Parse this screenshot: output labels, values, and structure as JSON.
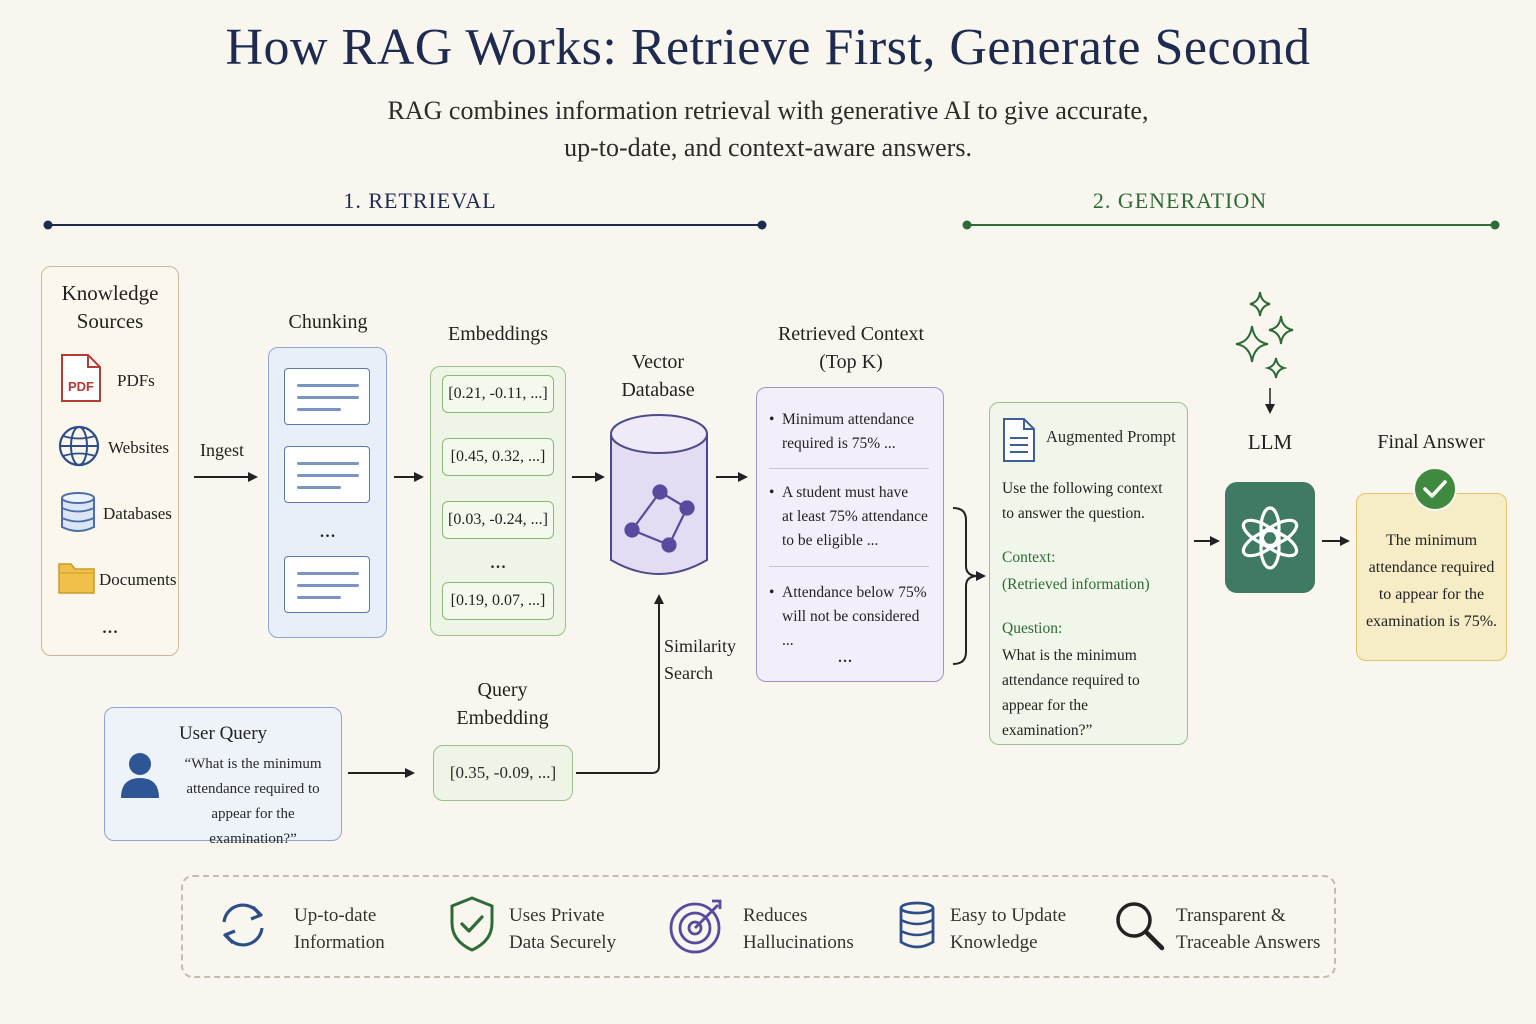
{
  "title": "How RAG Works: Retrieve First, Generate Second",
  "subtitle_line1": "RAG combines information retrieval with generative AI to give accurate,",
  "subtitle_line2": "up-to-date, and context-aware answers.",
  "sections": {
    "retrieval": "1. RETRIEVAL",
    "generation": "2. GENERATION"
  },
  "colors": {
    "navy": "#1e2b4f",
    "green": "#2e6b36",
    "purple": "#8b78c0",
    "llm": "#3f7b62",
    "final": "#f6ecc6"
  },
  "knowledge": {
    "title_line1": "Knowledge",
    "title_line2": "Sources",
    "items": [
      {
        "label": "PDFs",
        "icon": "pdf-icon",
        "badge": "PDF"
      },
      {
        "label": "Websites",
        "icon": "globe-icon"
      },
      {
        "label": "Databases",
        "icon": "database-icon"
      },
      {
        "label": "Documents",
        "icon": "folder-icon"
      }
    ],
    "more": "..."
  },
  "ingest": "Ingest",
  "chunking": {
    "label": "Chunking",
    "more": "..."
  },
  "embeddings": {
    "label": "Embeddings",
    "vectors": [
      "[0.21, -0.11, ...]",
      "[0.45,  0.32, ...]",
      "[0.03, -0.24, ...]",
      "[0.19,  0.07, ...]"
    ],
    "more": "..."
  },
  "vector_db": {
    "line1": "Vector",
    "line2": "Database"
  },
  "retrieved": {
    "line1": "Retrieved Context",
    "line2": "(Top K)",
    "items": [
      [
        "Minimum attendance",
        "required is 75% ..."
      ],
      [
        "A student must have",
        "at least 75% attendance",
        "to be eligible ..."
      ],
      [
        "Attendance below 75%",
        "will not be considered ..."
      ]
    ],
    "more": "..."
  },
  "similarity": {
    "line1": "Similarity",
    "line2": "Search"
  },
  "user_query": {
    "title": "User Query",
    "line1": "“What is the minimum",
    "line2": "attendance required to",
    "line3": "appear for the examination?”"
  },
  "query_embedding": {
    "line1": "Query",
    "line2": "Embedding",
    "vector": "[0.35, -0.09, ...]"
  },
  "prompt": {
    "title": "Augmented Prompt",
    "instr1": "Use the following context",
    "instr2": "to answer the question.",
    "context_label": "Context:",
    "context_value": "(Retrieved information)",
    "question_label": "Question:",
    "q1": "What is the minimum",
    "q2": "attendance required to",
    "q3": "appear for the examination?”"
  },
  "llm": {
    "label": "LLM"
  },
  "final": {
    "label": "Final Answer",
    "line1": "The minimum",
    "line2": "attendance required",
    "line3": "to appear for the",
    "line4": "examination is 75%."
  },
  "benefits": [
    {
      "icon": "refresh-icon",
      "line1": "Up-to-date",
      "line2": "Information"
    },
    {
      "icon": "shield-check-icon",
      "line1": "Uses Private",
      "line2": "Data Securely"
    },
    {
      "icon": "target-icon",
      "line1": "Reduces",
      "line2": "Hallucinations"
    },
    {
      "icon": "database-icon",
      "line1": "Easy to Update",
      "line2": "Knowledge"
    },
    {
      "icon": "magnifier-icon",
      "line1": "Transparent &",
      "line2": "Traceable Answers"
    }
  ]
}
